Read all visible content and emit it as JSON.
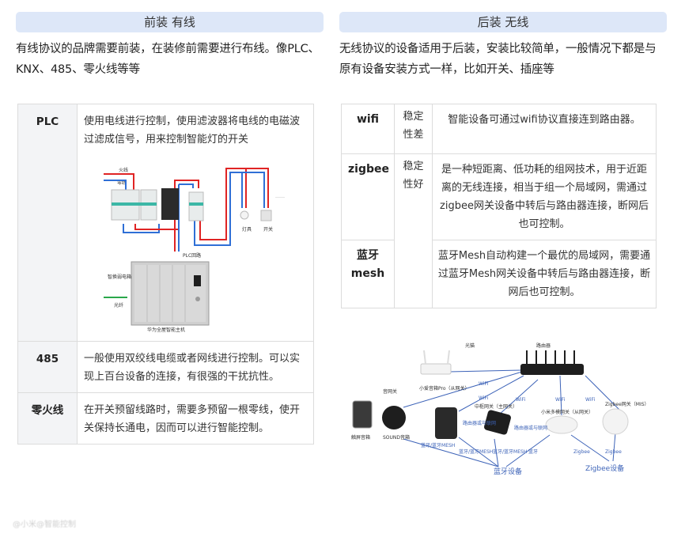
{
  "left": {
    "banner": "前装 有线",
    "intro": "有线协议的品牌需要前装，在装修前需要进行布线。像PLC、KNX、485、零火线等等",
    "rows": [
      {
        "key": "PLC",
        "desc": "使用电线进行控制，使用滤波器将电线的电磁波过滤成信号，用来控制智能灯的开关"
      },
      {
        "key": "485",
        "desc": "一般使用双绞线电缆或者网线进行控制。可以实现上百台设备的连接，有很强的干扰抗性。"
      },
      {
        "key": "零火线",
        "desc": "在开关预留线路时，需要多预留一根零线，使开关保持长通电，因而可以进行智能控制。"
      }
    ],
    "plc_diagram": {
      "labels": {
        "live_wire": "火线",
        "neutral_wire": "零线",
        "lamp": "灯具",
        "switch": "开关",
        "plc_loop": "PLC回路",
        "weak_box": "智换弱电箱",
        "fiber": "光纤",
        "host": "华为全屋智能主机",
        "ellipsis": "……"
      },
      "colors": {
        "live": "#e02424",
        "neutral": "#2f6fd6",
        "fiber": "#2aa84a"
      }
    }
  },
  "right": {
    "banner": "后装 无线",
    "intro": "无线协议的设备适用于后装，安装比较简单，一般情况下都是与原有设备安装方式一样，比如开关、插座等",
    "rows": [
      {
        "key": "wifi",
        "stability": "稳定性差",
        "desc": "智能设备可通过wifi协议直接连到路由器。"
      },
      {
        "key": "zigbee",
        "stability": "稳定性好",
        "desc": "是一种短距离、低功耗的组网技术，用于近距离的无线连接，相当于组一个局域网，需通过zigbee网关设备中转后与路由器连接，断网后也可控制。"
      },
      {
        "key": "蓝牙mesh",
        "key_line1": "蓝牙",
        "key_line2": "mesh",
        "desc": "蓝牙Mesh自动构建一个最优的局域网，需要通过蓝牙Mesh网关设备中转后与路由器连接，断网后也可控制。"
      }
    ],
    "network_diagram": {
      "labels": {
        "modem": "光猫",
        "router": "路由器",
        "sound_gateway": "音网关",
        "speaker_pro": "小爱音箱Pro（从网关）",
        "hub_main": "中枢网关（主网关）",
        "multimode": "小米多模网关（从网关）",
        "zigbee_gw": "Zigbee网关（MIS）",
        "touch_speaker": "触屏音箱",
        "sound_speaker": "SOUND音箱",
        "wifi": "WiFi",
        "bt_mesh": "蓝牙/蓝牙MESH",
        "bt": "蓝牙",
        "router_offline": "路由器或与联网",
        "zigbee": "Zigbee",
        "bt_devices": "蓝牙设备",
        "zigbee_devices": "Zigbee设备"
      },
      "colors": {
        "link": "#3d63b8",
        "device_dark": "#1e1e1e",
        "device_light": "#f0f0f0"
      }
    }
  },
  "watermark": "@小米@智能控制"
}
